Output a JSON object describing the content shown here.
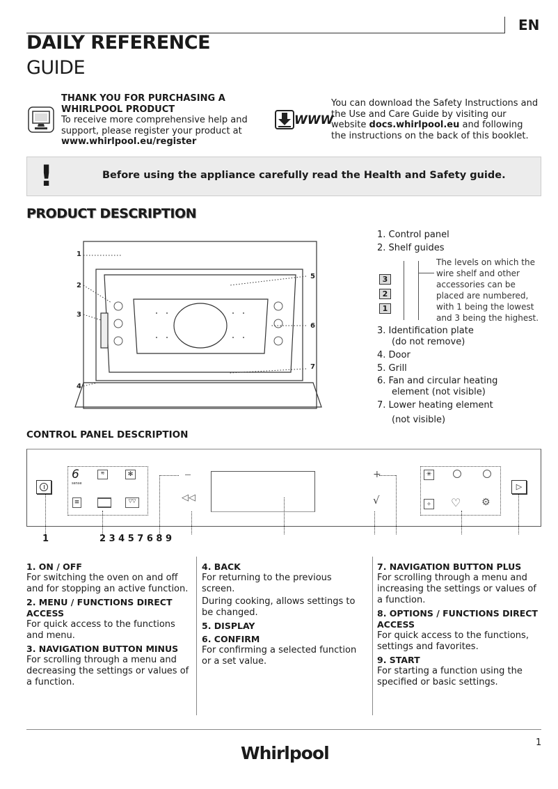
{
  "header": {
    "title": "DAILY REFERENCE",
    "subtitle": "GUIDE",
    "language": "EN"
  },
  "intro": {
    "thanks_title": "THANK YOU FOR PURCHASING A WHIRLPOOL PRODUCT",
    "thanks_text": "To receive more comprehensive help and support, please register your product at",
    "register_url": "www.whirlpool.eu/register",
    "download_pre": "You can download the Safety Instructions and the Use and Care Guide by visiting our website",
    "download_url": "docs.whirlpool.eu",
    "download_post": "and following the instructions on the back of this booklet.",
    "www_icon_label": "WWW"
  },
  "warning": {
    "icon": "!",
    "text": "Before using the appliance carefully read the Health and Safety guide."
  },
  "product": {
    "heading": "PRODUCT DESCRIPTION",
    "callouts": [
      "1",
      "2",
      "3",
      "4",
      "5",
      "6",
      "7"
    ],
    "items": {
      "i1": "1. Control panel",
      "i2": "2. Shelf guides",
      "shelf_note": "The levels on which the wire shelf and other accessories can be placed are numbered, with 1 being the lowest and 3 being the highest.",
      "shelf_levels": [
        "3",
        "2",
        "1"
      ],
      "i3": "3. Identification plate",
      "i3_note": "(do not remove)",
      "i4": "4. Door",
      "i5": "5. Grill",
      "i6": "6. Fan and circular heating",
      "i6b": "element",
      "i6_note": "(not visible)",
      "i7": "7. Lower heating element",
      "i7_note": "(not visible)"
    }
  },
  "control_panel": {
    "heading": "CONTROL PANEL DESCRIPTION",
    "sense_label": "6",
    "sense_sub": "sense",
    "numbers_left": "1",
    "numbers_group": "2 3 4 5 7 6 8 9",
    "sections": [
      [
        {
          "title": "1. ON / OFF",
          "text": "For switching the oven on and off and for stopping an active function."
        },
        {
          "title": "2. MENU / FUNCTIONS DIRECT ACCESS",
          "text": "For quick access to the functions and menu."
        },
        {
          "title": "3. NAVIGATION BUTTON MINUS",
          "text": "For scrolling through a menu and decreasing the settings or values of a function."
        }
      ],
      [
        {
          "title": "4. BACK",
          "text": "For returning to the previous screen.",
          "text2": "During cooking, allows settings to be changed."
        },
        {
          "title": "5. DISPLAY",
          "text": ""
        },
        {
          "title": "6. CONFIRM",
          "text": "For confirming a selected function or a set value."
        }
      ],
      [
        {
          "title": "7. NAVIGATION BUTTON PLUS",
          "text": "For scrolling through a menu and increasing the settings or values of a function."
        },
        {
          "title": "8. OPTIONS / FUNCTIONS DIRECT ACCESS",
          "text": "For quick access to the functions, settings and favorites."
        },
        {
          "title": "9. START",
          "text": "For starting a function using the specified or basic settings."
        }
      ]
    ]
  },
  "footer": {
    "page": "1",
    "brand": "Whirlpool"
  }
}
